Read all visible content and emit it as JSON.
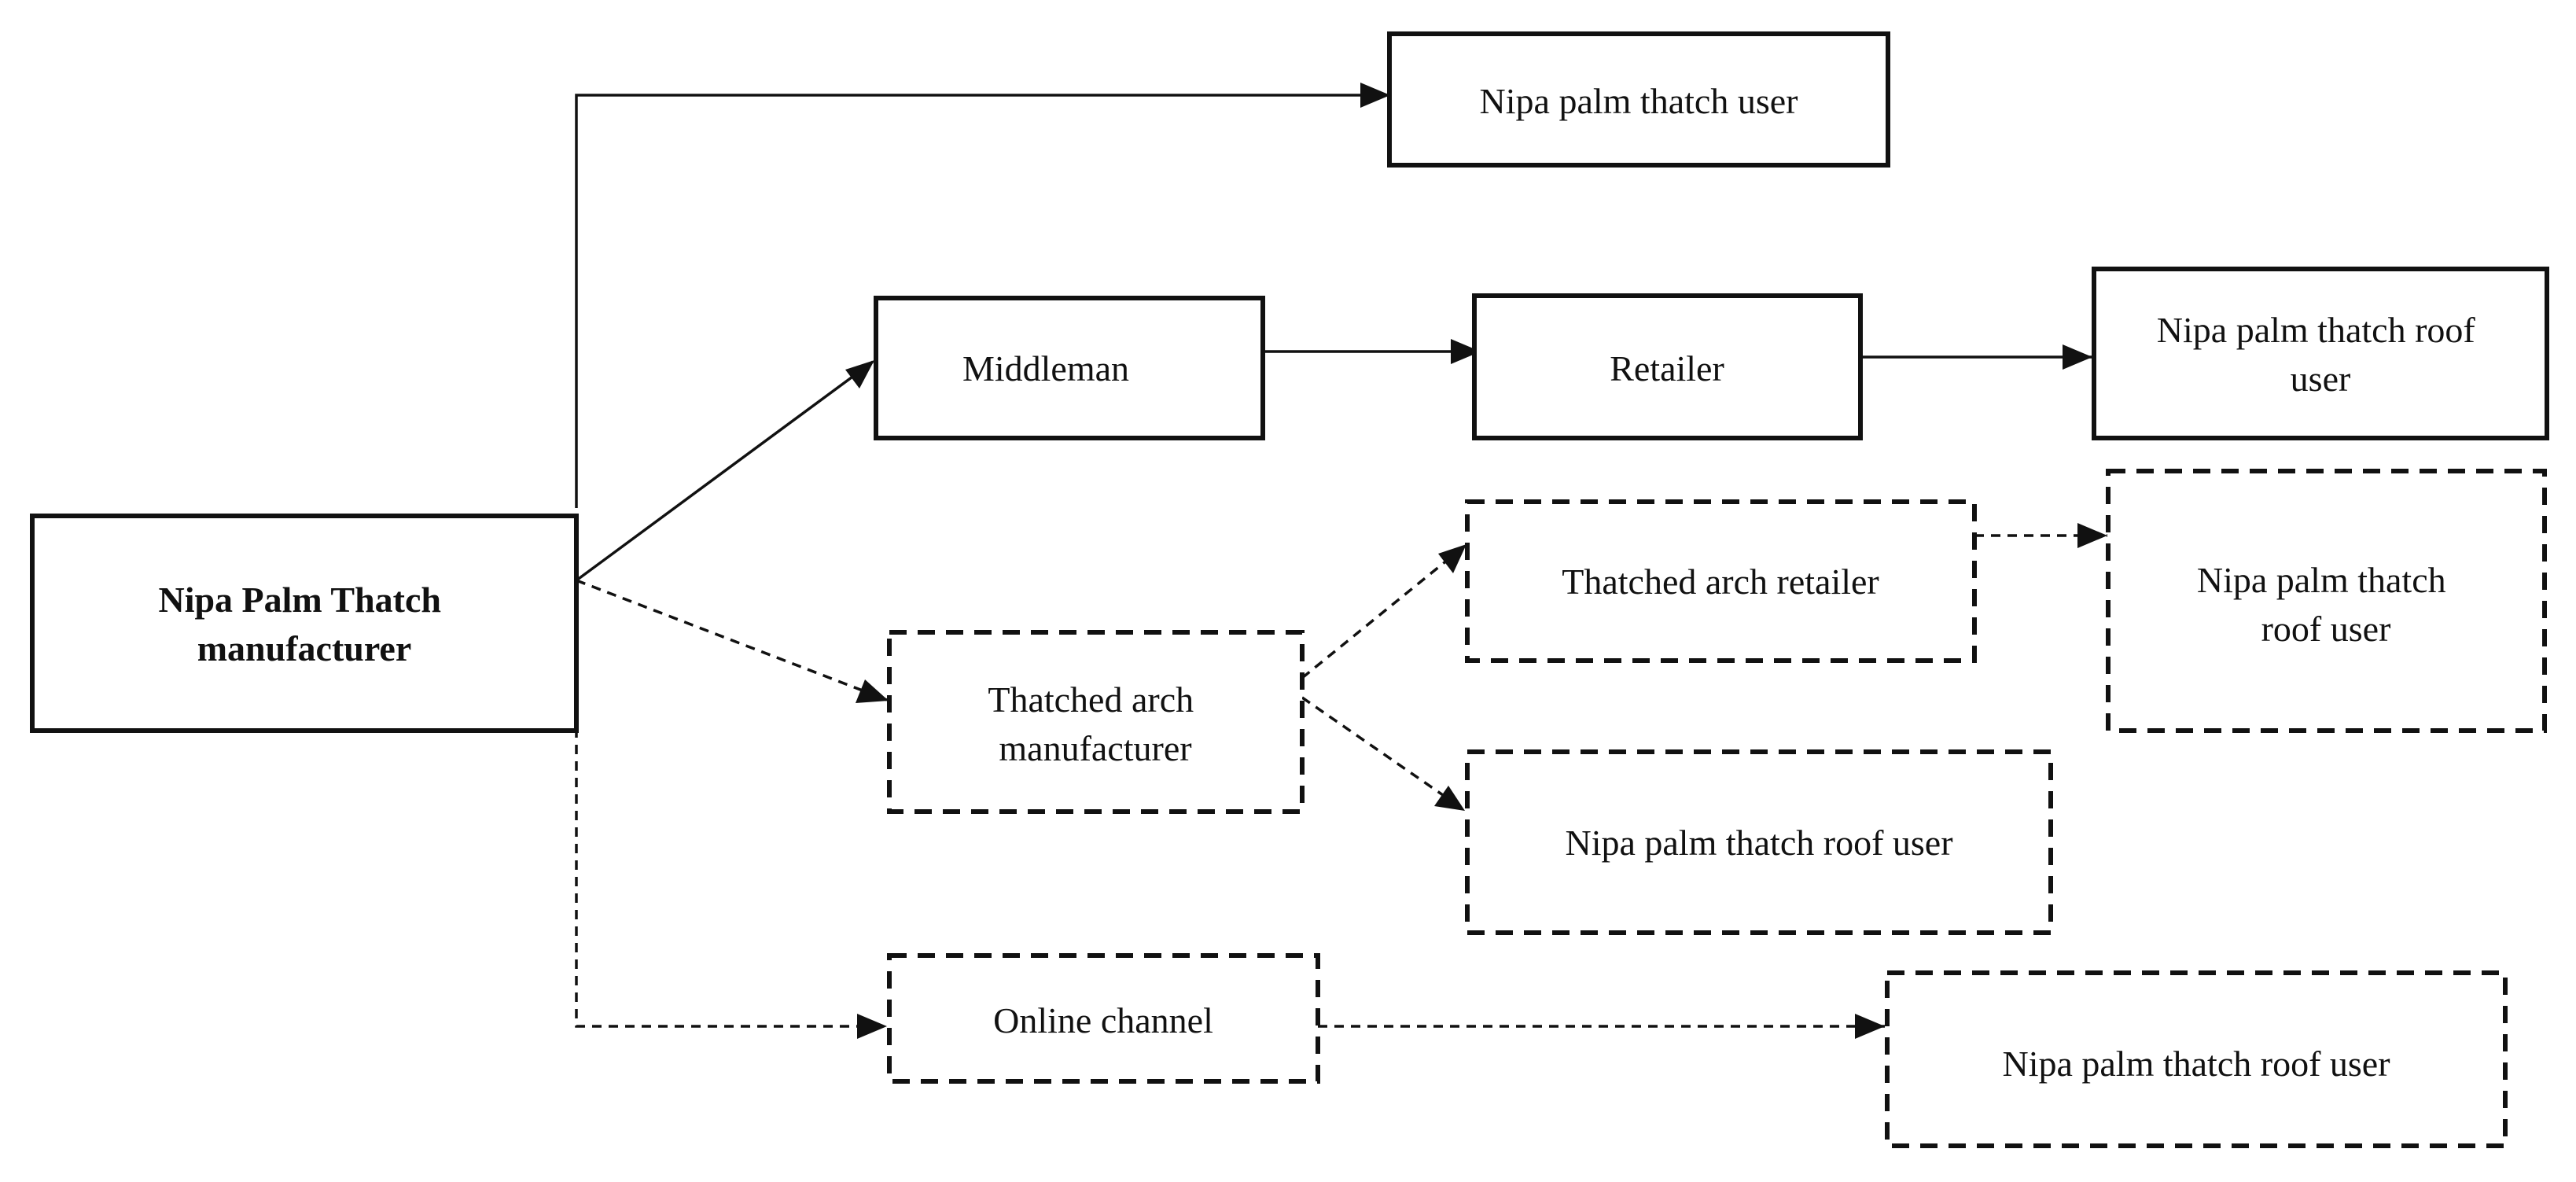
{
  "diagram": {
    "nodes": {
      "manufacturer": {
        "lines": [
          "Nipa Palm Thatch",
          "manufacturer"
        ],
        "style": "solid"
      },
      "direct_user": {
        "lines": [
          "Nipa palm thatch user"
        ],
        "style": "solid"
      },
      "middleman": {
        "lines": [
          "Middleman"
        ],
        "style": "solid"
      },
      "retailer": {
        "lines": [
          "Retailer"
        ],
        "style": "solid"
      },
      "retail_roof_user": {
        "lines": [
          "Nipa palm thatch roof",
          "user"
        ],
        "style": "solid"
      },
      "arch_manufacturer": {
        "lines": [
          "Thatched arch",
          "manufacturer"
        ],
        "style": "dashed"
      },
      "arch_retailer": {
        "lines": [
          "Thatched arch retailer"
        ],
        "style": "dashed"
      },
      "arch_retail_roof_user": {
        "lines": [
          "Nipa palm thatch",
          "roof user"
        ],
        "style": "dashed"
      },
      "arch_roof_user": {
        "lines": [
          "Nipa palm thatch roof user"
        ],
        "style": "dashed"
      },
      "online_channel": {
        "lines": [
          "Online channel"
        ],
        "style": "dashed"
      },
      "online_roof_user": {
        "lines": [
          "Nipa palm thatch roof user"
        ],
        "style": "dashed"
      }
    },
    "edges": [
      {
        "from": "manufacturer",
        "to": "direct_user",
        "style": "solid"
      },
      {
        "from": "manufacturer",
        "to": "middleman",
        "style": "solid"
      },
      {
        "from": "middleman",
        "to": "retailer",
        "style": "solid"
      },
      {
        "from": "retailer",
        "to": "retail_roof_user",
        "style": "solid"
      },
      {
        "from": "manufacturer",
        "to": "arch_manufacturer",
        "style": "dashed"
      },
      {
        "from": "arch_manufacturer",
        "to": "arch_retailer",
        "style": "dashed"
      },
      {
        "from": "arch_retailer",
        "to": "arch_retail_roof_user",
        "style": "dashed"
      },
      {
        "from": "arch_manufacturer",
        "to": "arch_roof_user",
        "style": "dashed"
      },
      {
        "from": "manufacturer",
        "to": "online_channel",
        "style": "dashed"
      },
      {
        "from": "online_channel",
        "to": "online_roof_user",
        "style": "dashed"
      }
    ]
  }
}
